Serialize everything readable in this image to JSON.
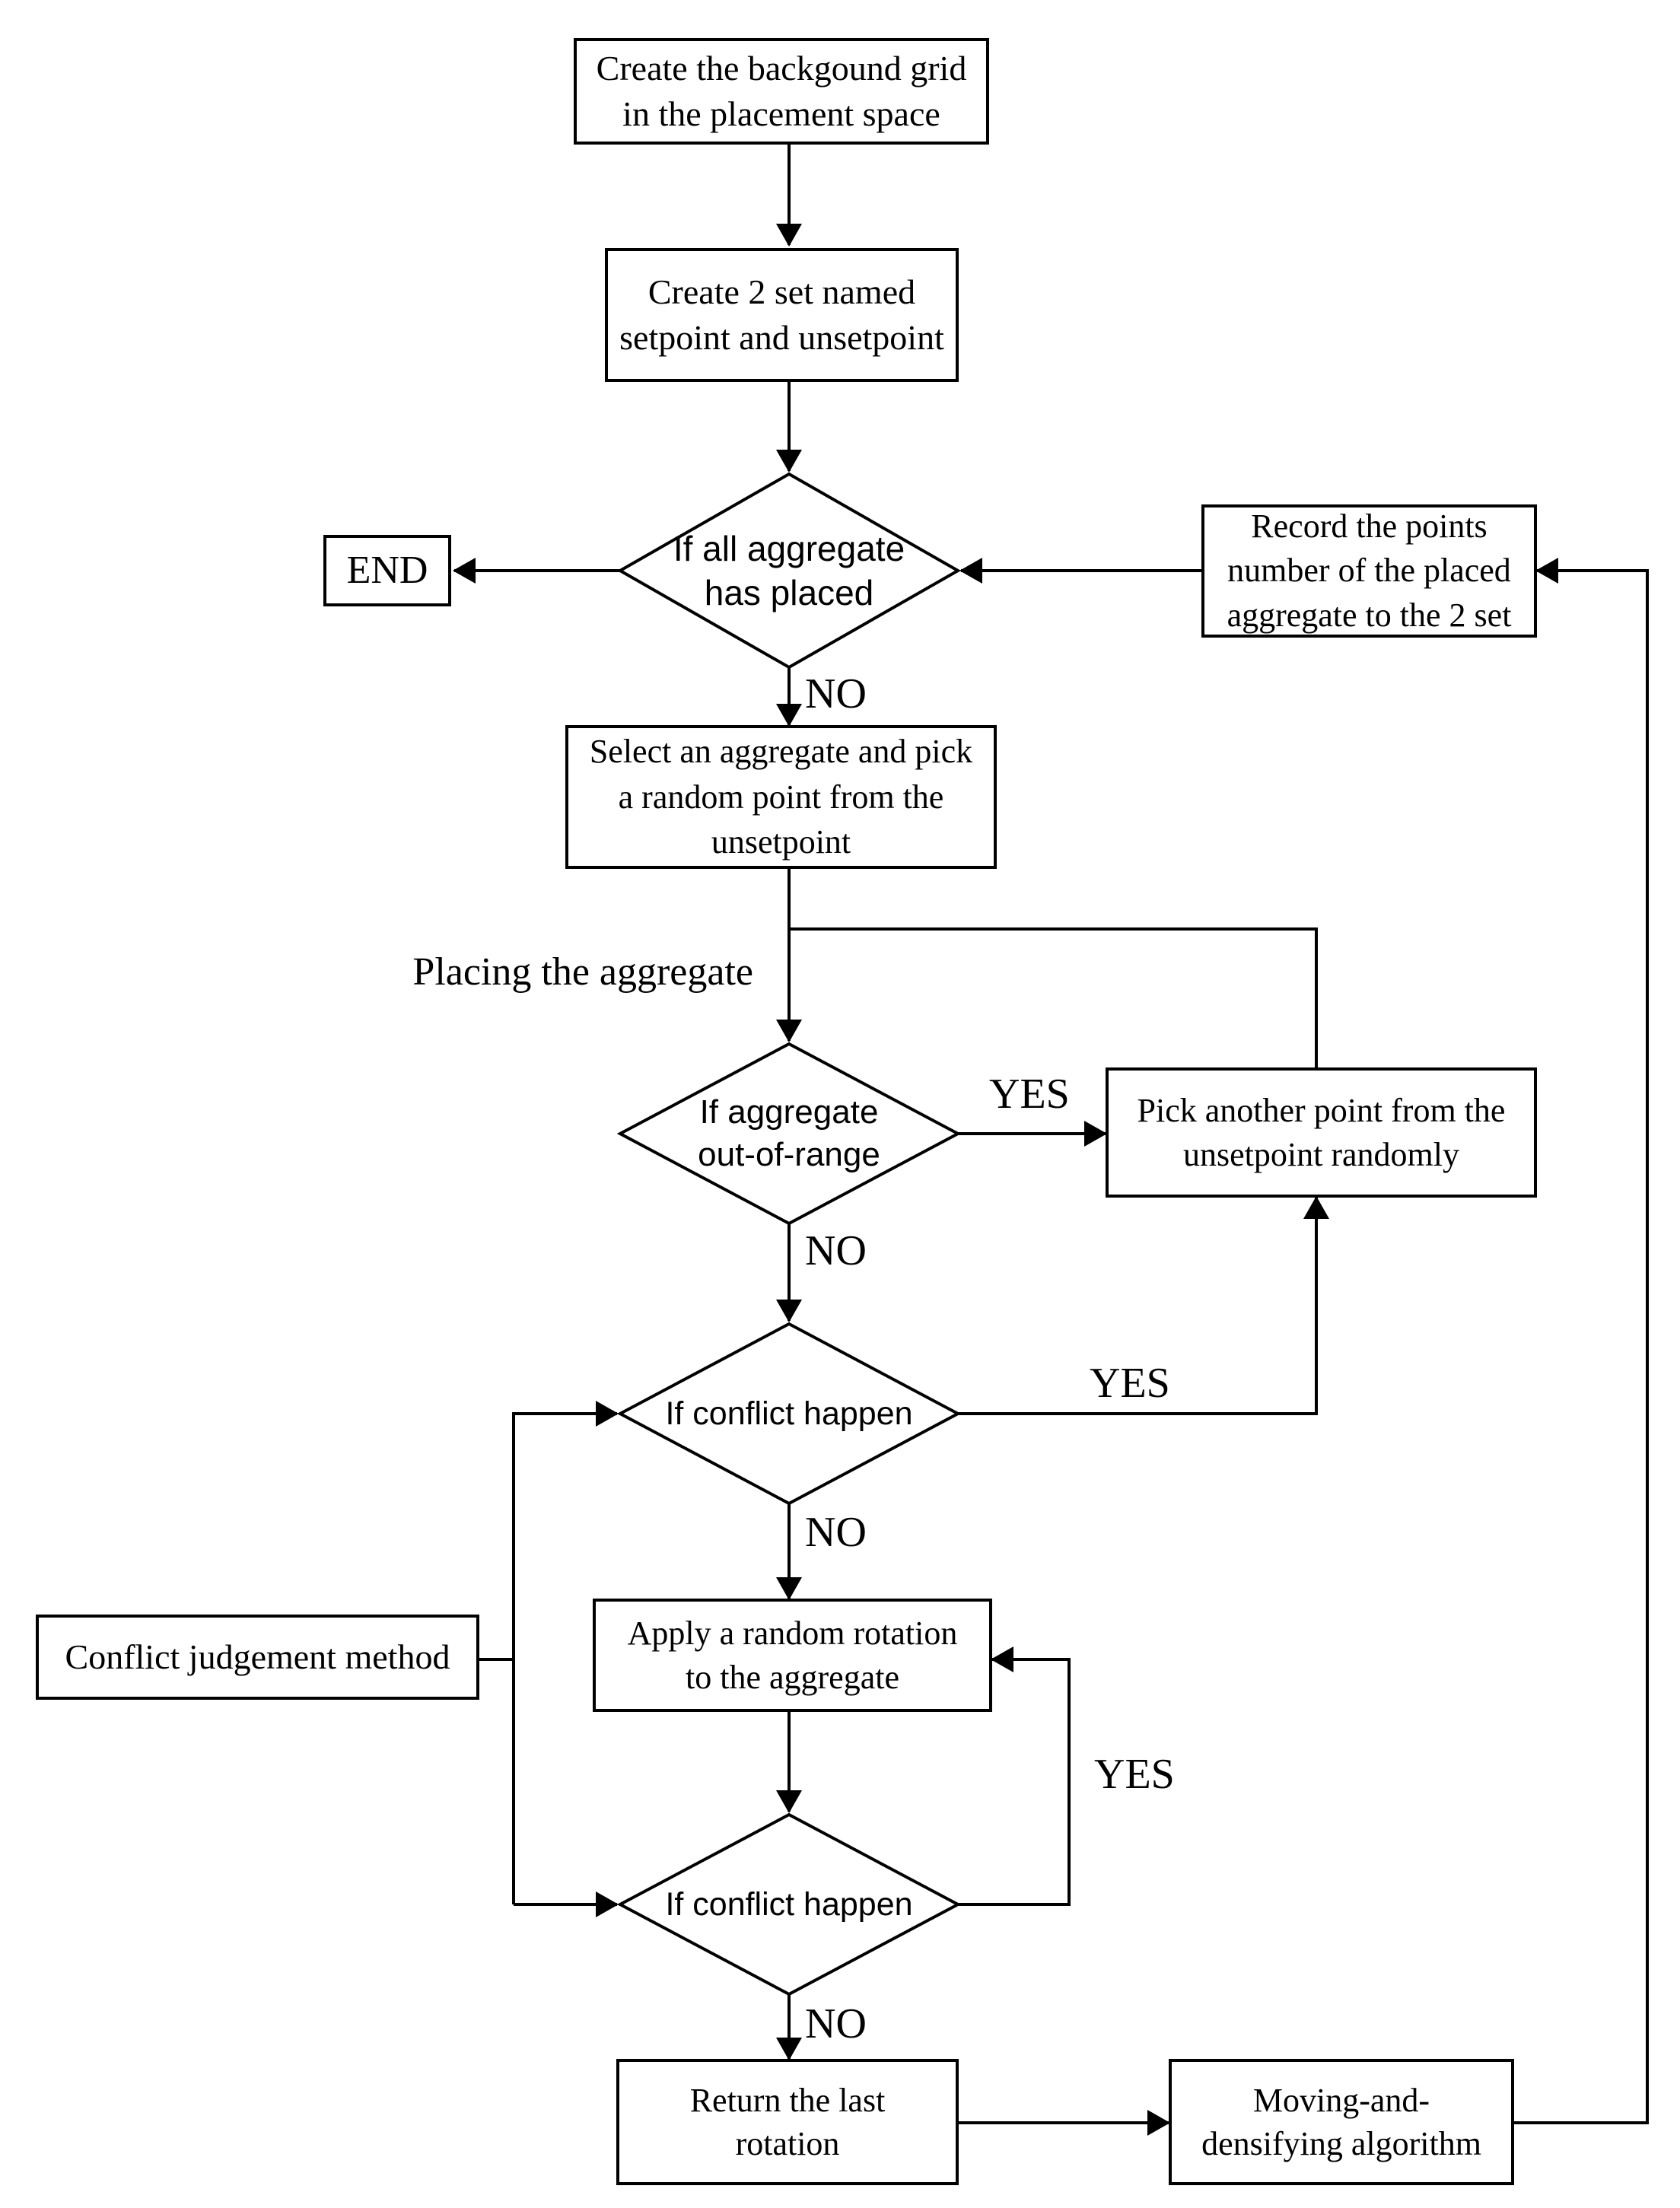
{
  "diagram_title": "Aggregate placement algorithm flowchart",
  "colors": {
    "line": "#000000",
    "background": "#ffffff"
  },
  "nodes": {
    "create_grid": {
      "label": "Create the backgound grid\nin the placement space",
      "type": "process"
    },
    "create_sets": {
      "label": "Create 2 set named\nsetpoint and unsetpoint",
      "type": "process"
    },
    "all_placed": {
      "label": "If all aggregate\nhas placed",
      "type": "decision"
    },
    "end": {
      "label": "END",
      "type": "terminator"
    },
    "record_points": {
      "label": "Record the points\nnumber of the placed\naggregate to the 2 set",
      "type": "process"
    },
    "select_aggregate": {
      "label": "Select an aggregate and pick\na random point from the\nunsetpoint",
      "type": "process"
    },
    "out_of_range": {
      "label": "If aggregate\nout-of-range",
      "type": "decision"
    },
    "pick_another": {
      "label": "Pick another point from the\nunsetpoint randomly",
      "type": "process"
    },
    "conflict_check_1": {
      "label": "If conflict happen",
      "type": "decision"
    },
    "apply_rotation": {
      "label": "Apply a random rotation\nto the aggregate",
      "type": "process"
    },
    "conflict_method": {
      "label": "Conflict judgement method",
      "type": "process"
    },
    "conflict_check_2": {
      "label": "If conflict happen",
      "type": "decision"
    },
    "return_rotation": {
      "label": "Return the last\nrotation",
      "type": "process"
    },
    "moving_densifying": {
      "label": "Moving-and-\ndensifying algorithm",
      "type": "process"
    }
  },
  "edge_labels": {
    "no_all_placed": "NO",
    "yes_out_of_range": "YES",
    "no_out_of_range": "NO",
    "yes_conflict_1": "YES",
    "no_conflict_1": "NO",
    "yes_conflict_2": "YES",
    "no_conflict_2": "NO",
    "phase": "Placing the aggregate"
  }
}
